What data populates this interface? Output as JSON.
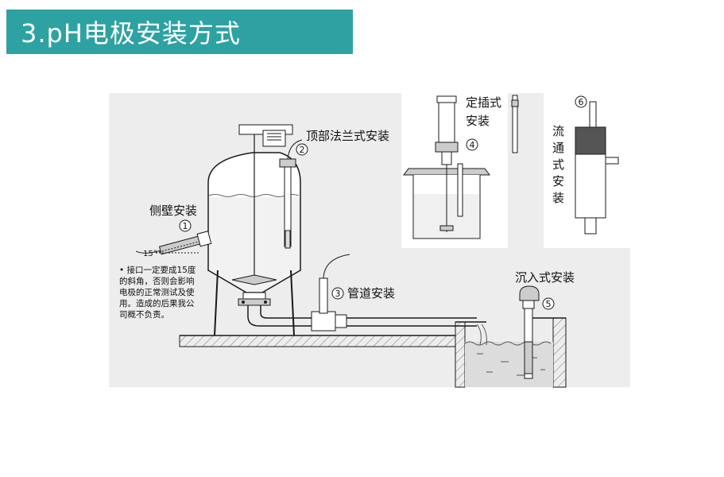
{
  "title": "3.pH电极安装方式",
  "labels": {
    "side_wall": "侧壁安装",
    "top_flange": "顶部法兰式安装",
    "pipeline": "管道安装",
    "fixed_insert_1": "定插式",
    "fixed_insert_2": "安装",
    "flow_1": "流",
    "flow_2": "通",
    "flow_3": "式",
    "flow_4": "安",
    "flow_5": "装",
    "submerged": "沉入式安装"
  },
  "numbers": [
    "1",
    "2",
    "3",
    "4",
    "5",
    "6"
  ],
  "angle": "15°",
  "note_lines": [
    "• 接口一定要成15度",
    "的斜角，否则会影响",
    "电极的正常测试及使",
    "用。造成的后果我公",
    "司概不负责。"
  ],
  "colors": {
    "title_bg": "#2ea2a3",
    "title_text": "#ffffff",
    "line": "#1a1a1a",
    "panel": "#ededed",
    "metal": "#c8c8c8",
    "note_bullet": "#d0021b"
  }
}
